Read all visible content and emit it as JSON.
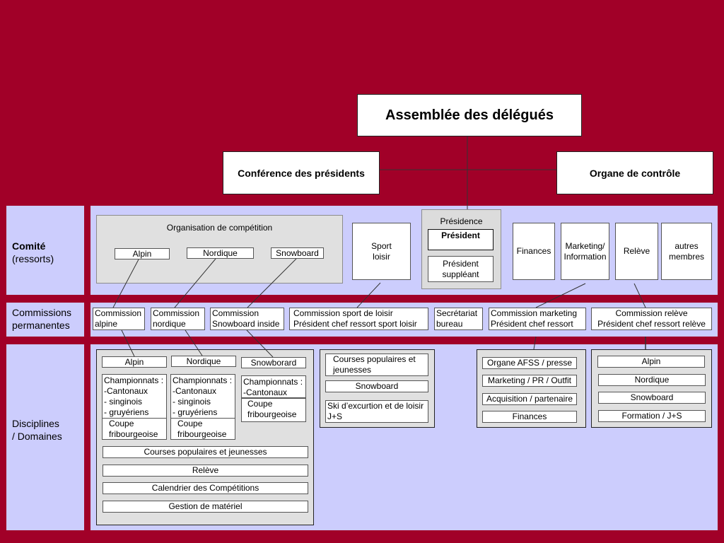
{
  "top": {
    "assembly": "Assemblée des délégués",
    "conference": "Conférence des présidents",
    "control": "Organe de contrôle"
  },
  "row_labels": {
    "comite_bold": "Comité",
    "comite_sub": "(ressorts)",
    "commissions": "Commissions\npermanentes",
    "disciplines": "Disciplines\n/ Domaines"
  },
  "comite": {
    "org_title": "Organisation de compétition",
    "org_items": [
      "Alpin",
      "Nordique",
      "Snowboard"
    ],
    "sport_loisir": "Sport\nloisir",
    "presidence": "Présidence",
    "president": "Président",
    "president_suppleant": "Président\nsuppléant",
    "finances": "Finances",
    "marketing": "Marketing/\nInformation",
    "releve": "Relève",
    "autres": "autres\nmembres"
  },
  "commissions": {
    "alpine": "Commission\nalpine",
    "nordique": "Commission\nnordique",
    "snowboard": "Commission\nSnowboard inside",
    "sport_loisir": "Commission sport de loisir\nPrésident chef ressort sport loisir",
    "secretariat": "Secrétariat\nbureau",
    "marketing": "Commission marketing\nPrésident chef ressort",
    "releve": "Commission relève\nPrésident chef ressort relève"
  },
  "disciplines": {
    "comp": {
      "headers": [
        "Alpin",
        "Nordique",
        "Snowborard"
      ],
      "alpin_champ": "Championnats :\n-Cantonaux\n- singinois\n- gruyériens",
      "alpin_coupe": "Coupe\nfribourgeoise",
      "nordique_champ": "Championnats :\n-Cantonaux\n- singinois\n- gruyériens",
      "nordique_coupe": "Coupe\nfribourgeoise",
      "snow_champ": "Championnats :\n-Cantonaux",
      "snow_coupe": "Coupe\nfribourgeoise",
      "rows": [
        "Courses populaires et jeunesses",
        "Relève",
        "Calendrier des Compétitions",
        "Gestion de matériel"
      ]
    },
    "loisir": {
      "courses": "Courses populaires et\njeunesses",
      "snowboard": "Snowboard",
      "ski": "Ski d’excurtion et de loisir\nJ+S"
    },
    "marketing": [
      "Organe AFSS / presse",
      "Marketing / PR / Outfit",
      "Acquisition / partenaire",
      "Finances"
    ],
    "releve": [
      "Alpin",
      "Nordique",
      "Snowboard",
      "Formation / J+S"
    ]
  }
}
